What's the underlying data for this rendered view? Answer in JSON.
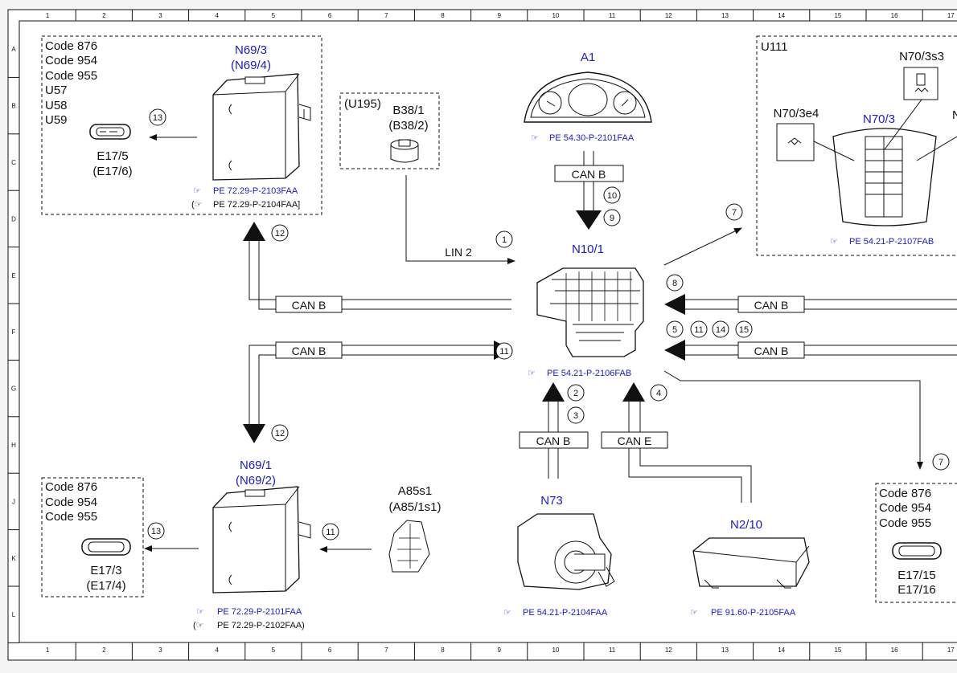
{
  "grid": {
    "cols": [
      "1",
      "2",
      "3",
      "4",
      "5",
      "6",
      "7",
      "8",
      "9",
      "10",
      "11",
      "12",
      "13",
      "14",
      "15",
      "16",
      "17"
    ],
    "rows": [
      "A",
      "B",
      "C",
      "D",
      "E",
      "F",
      "G",
      "H",
      "J",
      "K",
      "L"
    ]
  },
  "components": {
    "n69_3": {
      "label": "N69/3",
      "alt": "(N69/4)",
      "ref1": "PE 72.29-P-2103FAA",
      "ref2": "PE 72.29-P-2104FAA]"
    },
    "codes_top": {
      "lines": [
        "Code 876",
        "Code 954",
        "Code 955",
        "U57",
        "U58",
        "U59"
      ]
    },
    "e17_5": {
      "label": "E17/5",
      "alt": "(E17/6)"
    },
    "u195": {
      "group": "(U195)",
      "label": "B38/1",
      "alt": "(B38/2)"
    },
    "a1": {
      "label": "A1",
      "ref": "PE 54.30-P-2101FAA"
    },
    "u111": {
      "group": "U111",
      "n70_3s3": "N70/3s3",
      "n70_3e4": "N70/3e4",
      "n70_3": "N70/3",
      "n_cut": "N",
      "ref": "PE 54.21-P-2107FAB"
    },
    "n10_1": {
      "label": "N10/1",
      "ref": "PE 54.21-P-2106FAB"
    },
    "n69_1": {
      "label": "N69/1",
      "alt": "(N69/2)",
      "ref1": "PE 72.29-P-2101FAA",
      "ref2": "PE 72.29-P-2102FAA)"
    },
    "codes_bl": {
      "lines": [
        "Code 876",
        "Code 954",
        "Code 955"
      ]
    },
    "e17_3": {
      "label": "E17/3",
      "alt": "(E17/4)"
    },
    "a85s1": {
      "label": "A85s1",
      "alt": "(A85/1s1)"
    },
    "n73": {
      "label": "N73",
      "ref": "PE 54.21-P-2104FAA"
    },
    "n2_10": {
      "label": "N2/10",
      "ref": "PE 91.60-P-2105FAA"
    },
    "codes_br": {
      "lines": [
        "Code 876",
        "Code 954",
        "Code 955"
      ]
    },
    "e17_15": {
      "label": "E17/15",
      "alt": "E17/16"
    }
  },
  "buses": {
    "can_b": "CAN B",
    "can_e": "CAN E",
    "lin_2": "LIN 2"
  },
  "callouts": [
    "1",
    "2",
    "3",
    "4",
    "5",
    "7",
    "8",
    "9",
    "10",
    "11",
    "12",
    "13",
    "14",
    "15"
  ]
}
